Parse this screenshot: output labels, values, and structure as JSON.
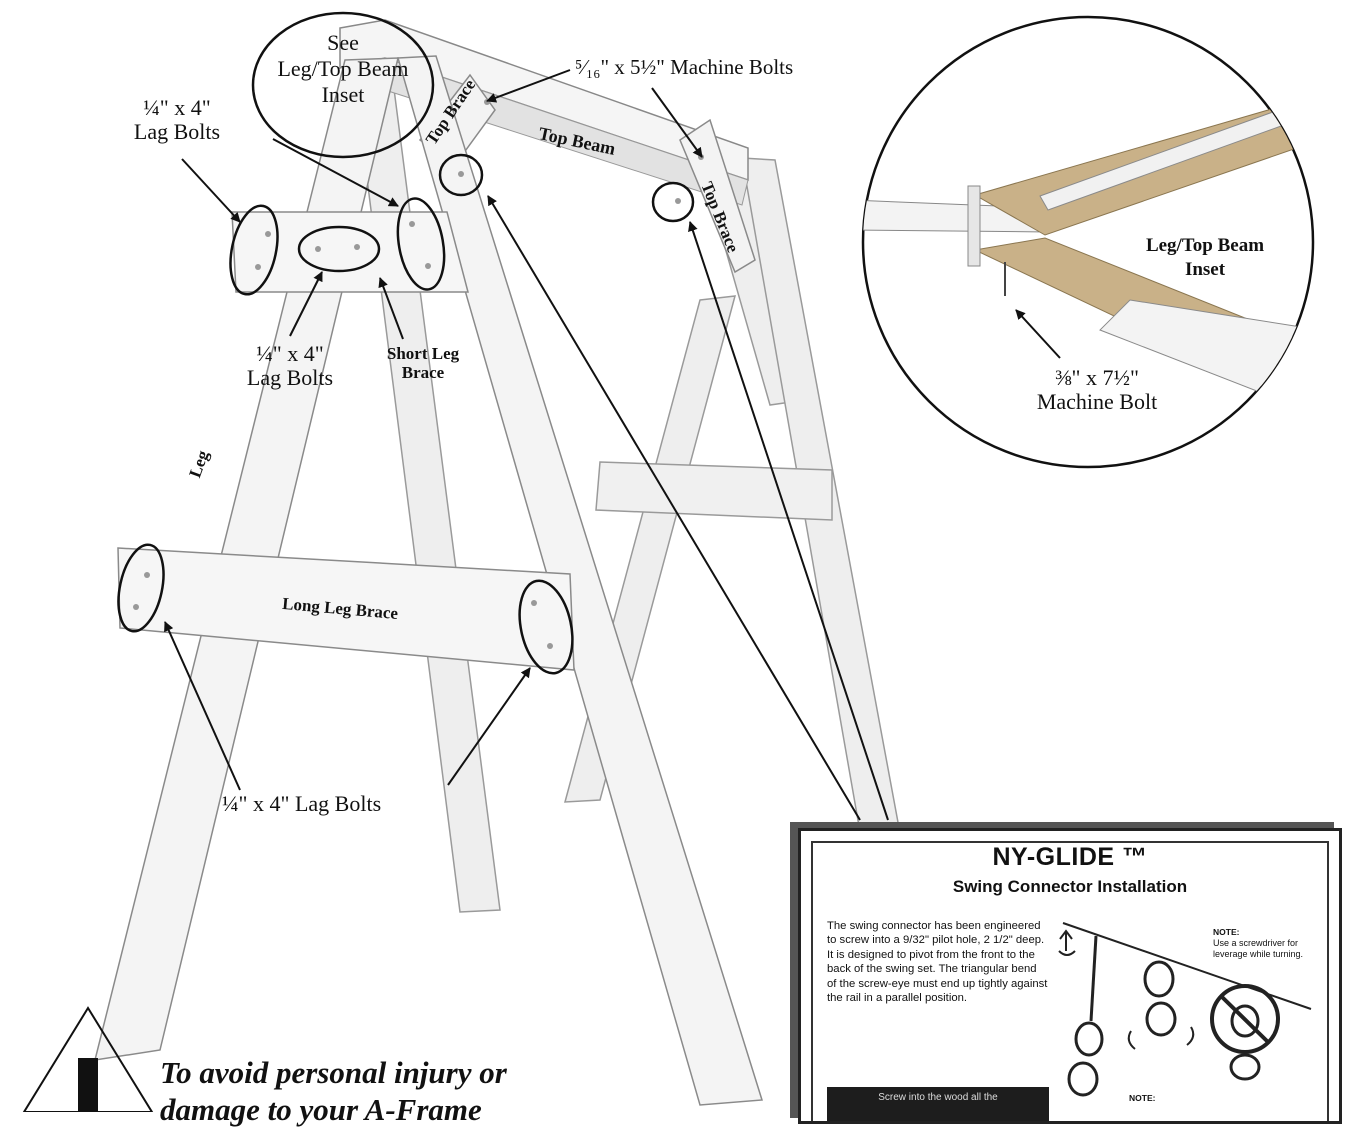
{
  "labels": {
    "see_inset": [
      "See",
      "Leg/Top Beam",
      "Inset"
    ],
    "lag_bolts_top_left": [
      "¼\" x 4\"",
      "Lag Bolts"
    ],
    "lag_bolts_middle": [
      "¼\" x 4\"",
      "Lag Bolts"
    ],
    "short_leg_brace": [
      "Short Leg",
      "Brace"
    ],
    "machine_bolts_top": "⁵⁄₁₆\" x 5½\" Machine Bolts",
    "top_brace_left": "Top Brace",
    "top_brace_right": "Top Brace",
    "top_beam": "Top Beam",
    "leg": "Leg",
    "long_leg_brace": "Long Leg Brace",
    "lag_bolts_bottom": "¼\" x 4\" Lag Bolts"
  },
  "inset": {
    "title": [
      "Leg/Top Beam",
      "Inset"
    ],
    "bolt_label": [
      "⅜\" x 7½\"",
      "Machine Bolt"
    ]
  },
  "connector_card": {
    "title": "NY-GLIDE ™",
    "subtitle": "Swing Connector Installation",
    "body": "The swing connector has been engineered to screw into a 9/32\" pilot hole, 2 1/2\" deep. It is designed to pivot from the front to the back of the swing set. The triangular bend of the screw-eye must end up tightly against the rail in a parallel position.",
    "bar_text": "Screw into the wood all the",
    "note_heading": "NOTE:",
    "note_text": "Use a screwdriver for leverage while turning.",
    "note2_heading": "NOTE:"
  },
  "warning": {
    "line1": "To avoid personal injury or",
    "line2": "damage to your A-Frame"
  },
  "colors": {
    "frame_fill": "#f3f3f3",
    "frame_shade": "#d9d9d9",
    "frame_edge": "#8a8a8a",
    "wood": "#cbb48a",
    "ink": "#111111"
  }
}
